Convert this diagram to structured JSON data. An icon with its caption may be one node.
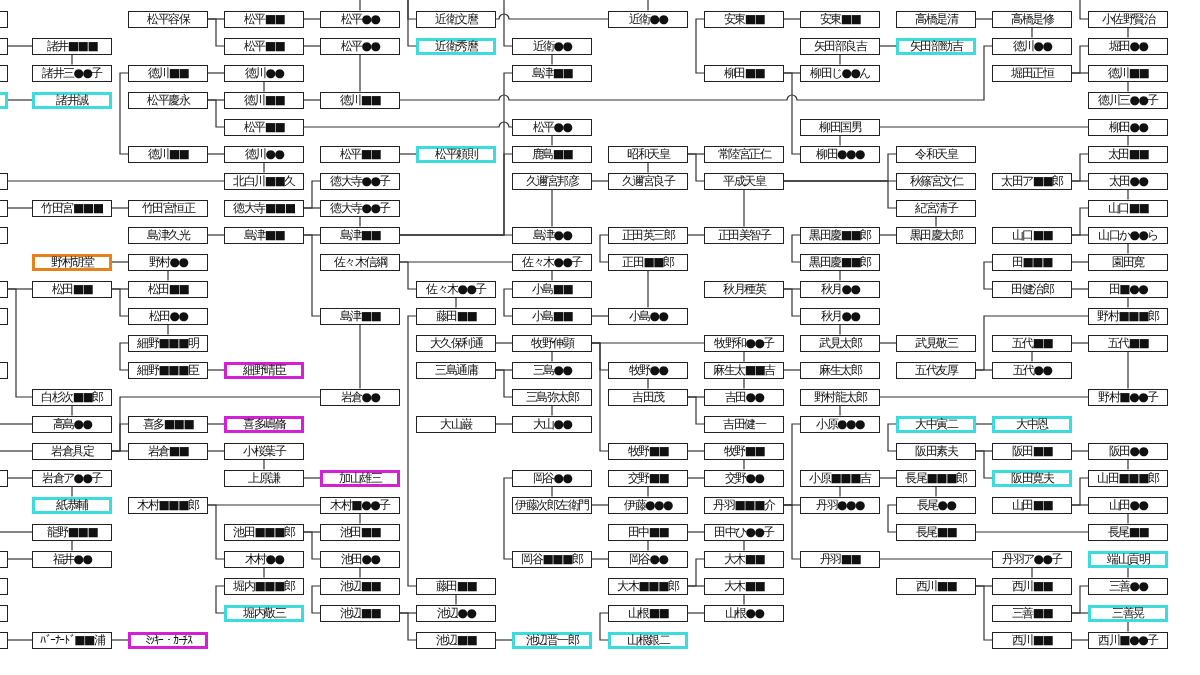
{
  "diagram": {
    "nodes": [
      {
        "text": [],
        "shape": "box"
      },
      {
        "text": [
          "松平容保"
        ]
      },
      {
        "text": [
          "松平■■"
        ]
      },
      {
        "text": [
          "松平●●"
        ]
      },
      {
        "text": [
          "近衛文麿"
        ]
      },
      {
        "text": [
          "近衛●●"
        ]
      },
      {
        "text": [
          "安東■■"
        ]
      },
      {
        "text": [
          "安東■■"
        ]
      },
      {
        "text": [
          "高橋是清"
        ]
      },
      {
        "text": [
          "高橋是修"
        ]
      },
      {
        "text": [
          "小佐野賢治"
        ]
      },
      {
        "text": [],
        "shape": "box"
      },
      {
        "text": [
          "諸井■■■"
        ]
      },
      {
        "text": [
          "松平■■"
        ]
      },
      {
        "text": [
          "松平●●"
        ]
      },
      {
        "text": [
          "近衛秀麿"
        ]
      },
      {
        "text": [
          "近衛●●"
        ]
      },
      {
        "text": [
          "矢田部良吉"
        ]
      },
      {
        "text": [
          "矢田部勁吉"
        ]
      },
      {
        "text": [
          "徳川●●"
        ]
      },
      {
        "text": [
          "堀田●●"
        ]
      },
      {
        "text": [],
        "shape": "box"
      },
      {
        "text": [
          "諸井三●●子"
        ]
      },
      {
        "text": [
          "徳川■■"
        ]
      },
      {
        "text": [
          "徳川●●"
        ]
      },
      {
        "text": [
          "島津■■"
        ]
      },
      {
        "text": [
          "柳田■■"
        ]
      },
      {
        "text": [
          "柳田じ●●ん"
        ]
      },
      {
        "text": [
          "堀田正恒"
        ]
      },
      {
        "text": [
          "徳川■■"
        ]
      },
      {
        "text": [],
        "shape": "box"
      },
      {
        "text": [
          "諸井誠"
        ]
      },
      {
        "text": [
          "松平慶永"
        ]
      },
      {
        "text": [
          "徳川■■"
        ]
      },
      {
        "text": [
          "徳川■■"
        ]
      },
      {
        "text": [
          "徳川三●●子"
        ]
      },
      {
        "text": [
          "松平■■"
        ]
      },
      {
        "text": [
          "松平●●"
        ]
      },
      {
        "text": [
          "柳田国男"
        ]
      },
      {
        "text": [
          "柳田●●"
        ]
      },
      {
        "text": [
          "徳川■■"
        ]
      },
      {
        "text": [
          "徳川●●"
        ]
      },
      {
        "text": [
          "松平■■"
        ]
      },
      {
        "text": [
          "松平頼則"
        ]
      },
      {
        "text": [
          "鹿島■■"
        ]
      },
      {
        "text": [
          "昭和天皇"
        ]
      },
      {
        "text": [
          "常陸宮正仁"
        ]
      },
      {
        "text": [
          "柳田●●●"
        ]
      },
      {
        "text": [
          "令和天皇"
        ]
      },
      {
        "text": [
          "太田■■"
        ]
      },
      {
        "text": [],
        "shape": "box"
      },
      {
        "text": [
          "北白川■■久"
        ]
      },
      {
        "text": [
          "徳大寺●●子"
        ]
      },
      {
        "text": [
          "久邇宮邦彦"
        ]
      },
      {
        "text": [
          "久邇宮良子"
        ]
      },
      {
        "text": [
          "平成天皇"
        ]
      },
      {
        "text": [
          "秋篠宮文仁"
        ]
      },
      {
        "text": [
          "太田ア■■郎"
        ]
      },
      {
        "text": [
          "太田●●"
        ]
      },
      {
        "text": [],
        "shape": "box"
      },
      {
        "text": [
          "竹田宮■■■"
        ]
      },
      {
        "text": [
          "竹田宮恒正"
        ]
      },
      {
        "text": [
          "徳大寺■■■"
        ]
      },
      {
        "text": [
          "徳大寺●●子"
        ]
      },
      {
        "text": [
          "紀宮清子"
        ]
      },
      {
        "text": [
          "山口■■"
        ]
      },
      {
        "text": [],
        "shape": "box"
      },
      {
        "text": [
          "島津久光"
        ]
      },
      {
        "text": [
          "島津■■"
        ]
      },
      {
        "text": [
          "島津■■"
        ]
      },
      {
        "text": [
          "島津●●"
        ]
      },
      {
        "text": [
          "正田英三郎"
        ]
      },
      {
        "text": [
          "正田美智子"
        ]
      },
      {
        "text": [
          "黒田慶■■郎"
        ]
      },
      {
        "text": [
          "黒田慶太郎"
        ]
      },
      {
        "text": [
          "山口■■"
        ]
      },
      {
        "text": [
          "山口か●●ら"
        ]
      },
      {
        "text": [
          "野村胡堂"
        ]
      },
      {
        "text": [
          "野村●●"
        ]
      },
      {
        "text": [
          "佐々木信綱"
        ]
      },
      {
        "text": [
          "佐々木●●子"
        ]
      },
      {
        "text": [
          "正田■■郎"
        ]
      },
      {
        "text": [
          "黒田慶■■郎"
        ]
      },
      {
        "text": [
          "田■■■"
        ]
      },
      {
        "text": [
          "園田寛"
        ]
      },
      {
        "text": [],
        "shape": "box"
      },
      {
        "text": [
          "松田■■"
        ]
      },
      {
        "text": [
          "松田■■"
        ]
      },
      {
        "text": [
          "佐々木●●子"
        ]
      },
      {
        "text": [
          "小島■■"
        ]
      },
      {
        "text": [
          "秋月種英"
        ]
      },
      {
        "text": [
          "秋月●●"
        ]
      },
      {
        "text": [
          "田健治郎"
        ]
      },
      {
        "text": [
          "田■●●"
        ]
      },
      {
        "text": [],
        "shape": "box"
      },
      {
        "text": [
          "松田●●"
        ]
      },
      {
        "text": [
          "島津■■"
        ]
      },
      {
        "text": [
          "藤田■■"
        ]
      },
      {
        "text": [
          "小島■■"
        ]
      },
      {
        "text": [
          "小島●●"
        ]
      },
      {
        "text": [
          "秋月●●"
        ]
      },
      {
        "text": [
          "野村■■■郎"
        ]
      },
      {
        "text": [
          "細野■■■明"
        ]
      },
      {
        "text": [
          "大久保利通"
        ]
      },
      {
        "text": [
          "牧野伸顕"
        ]
      },
      {
        "text": [
          "牧野和●●子"
        ]
      },
      {
        "text": [
          "武見太郎"
        ]
      },
      {
        "text": [
          "武見敬三"
        ]
      },
      {
        "text": [
          "五代■■"
        ]
      },
      {
        "text": [
          "五代■■"
        ]
      },
      {
        "text": [],
        "shape": "box"
      },
      {
        "text": [
          "細野■■■臣"
        ]
      },
      {
        "text": [
          "細野晴臣"
        ]
      },
      {
        "text": [
          "三島通庸"
        ]
      },
      {
        "text": [
          "三島●●"
        ]
      },
      {
        "text": [
          "牧野●●"
        ]
      },
      {
        "text": [
          "麻生太■■吉"
        ]
      },
      {
        "text": [
          "麻生太郎"
        ]
      },
      {
        "text": [
          "五代友厚"
        ]
      },
      {
        "text": [
          "五代●●"
        ]
      },
      {
        "text": [
          "白杉次■■郎"
        ]
      },
      {
        "text": [
          "岩倉●●"
        ]
      },
      {
        "text": [
          "三島弥太郎"
        ]
      },
      {
        "text": [
          "吉田茂"
        ]
      },
      {
        "text": [
          "吉田●●"
        ]
      },
      {
        "text": [
          "野村龍太郎"
        ]
      },
      {
        "text": [
          "野村■●●子"
        ]
      },
      {
        "text": [
          "高島●●"
        ]
      },
      {
        "text": [
          "喜多■■■"
        ]
      },
      {
        "text": [
          "喜多嶋脩"
        ]
      },
      {
        "text": [
          "大山巌"
        ]
      },
      {
        "text": [
          "大山●●"
        ]
      },
      {
        "text": [
          "吉田健一"
        ]
      },
      {
        "text": [
          "小原●●●"
        ]
      },
      {
        "text": [
          "大中寅二"
        ]
      },
      {
        "text": [
          "大中恩"
        ]
      },
      {
        "text": [
          "岩倉具定"
        ]
      },
      {
        "text": [
          "岩倉■■"
        ]
      },
      {
        "text": [
          "小桜葉子"
        ]
      },
      {
        "text": [
          "牧野■■"
        ]
      },
      {
        "text": [
          "牧野■■"
        ]
      },
      {
        "text": [
          "阪田素夫"
        ]
      },
      {
        "text": [
          "阪田■■"
        ]
      },
      {
        "text": [
          "阪田●●"
        ]
      },
      {
        "text": [],
        "shape": "box"
      },
      {
        "text": [
          "岩倉ア●●子"
        ]
      },
      {
        "text": [
          "上原謙"
        ]
      },
      {
        "text": [
          "加山雄三"
        ]
      },
      {
        "text": [
          "岡谷●●"
        ]
      },
      {
        "text": [
          "交野■■"
        ]
      },
      {
        "text": [
          "交野●●"
        ]
      },
      {
        "text": [
          "小原■■■吉"
        ]
      },
      {
        "text": [
          "長尾■■■郎"
        ]
      },
      {
        "text": [
          "阪田寛夫"
        ]
      },
      {
        "text": [
          "山田■■■郎"
        ]
      },
      {
        "text": [
          "紙恭輔"
        ]
      },
      {
        "text": [
          "木村■■■郎"
        ]
      },
      {
        "text": [
          "木村■●●子"
        ]
      },
      {
        "text": [
          "伊藤次郎左衛門"
        ]
      },
      {
        "text": [
          "伊藤●●●"
        ]
      },
      {
        "text": [
          "丹羽■■■介"
        ]
      },
      {
        "text": [
          "丹羽●●●"
        ]
      },
      {
        "text": [
          "長尾●●"
        ]
      },
      {
        "text": [
          "山田■■"
        ]
      },
      {
        "text": [
          "山田●●"
        ]
      },
      {
        "text": [
          "龍野■■■"
        ]
      },
      {
        "text": [
          "池田■■■郎"
        ]
      },
      {
        "text": [
          "池田■■"
        ]
      },
      {
        "text": [
          "田中■■"
        ]
      },
      {
        "text": [
          "田中ひ●●子"
        ]
      },
      {
        "text": [
          "長尾■■"
        ]
      },
      {
        "text": [
          "長尾■■"
        ]
      },
      {
        "text": [],
        "shape": "box"
      },
      {
        "text": [
          "福井●●"
        ]
      },
      {
        "text": [
          "木村●●"
        ]
      },
      {
        "text": [
          "池田●●"
        ]
      },
      {
        "text": [
          "岡谷■■■郎"
        ]
      },
      {
        "text": [
          "岡谷●●"
        ]
      },
      {
        "text": [
          "大木■■"
        ]
      },
      {
        "text": [
          "丹羽■■"
        ]
      },
      {
        "text": [
          "丹羽ア●●子"
        ]
      },
      {
        "text": [
          "端山貢明"
        ]
      },
      {
        "text": [],
        "shape": "box"
      },
      {
        "text": [
          "堀内■■■郎"
        ]
      },
      {
        "text": [
          "池辺■■"
        ]
      },
      {
        "text": [
          "藤田■■"
        ]
      },
      {
        "text": [
          "大木■■■郎"
        ]
      },
      {
        "text": [
          "大木■■"
        ]
      },
      {
        "text": [
          "西川■■"
        ]
      },
      {
        "text": [
          "西川■■"
        ]
      },
      {
        "text": [
          "三善●●"
        ]
      },
      {
        "text": [],
        "shape": "box"
      },
      {
        "text": [
          "堀内敬三"
        ]
      },
      {
        "text": [
          "池辺■■"
        ]
      },
      {
        "text": [
          "池辺●●"
        ]
      },
      {
        "text": [
          "山根■■"
        ]
      },
      {
        "text": [
          "山根●●"
        ]
      },
      {
        "text": [
          "三善■■"
        ]
      },
      {
        "text": [
          "三善晃"
        ]
      },
      {
        "text": [],
        "shape": "box"
      },
      {
        "text": [
          "ﾊﾞｰﾅｰﾄﾞ■■浦"
        ]
      },
      {
        "text": [
          "ﾐｯｷｰ・ｶｰﾁｽ"
        ]
      },
      {
        "text": [
          "池辺■■"
        ]
      },
      {
        "text": [
          "池辺晋一郎"
        ]
      },
      {
        "text": [
          "山根銀二"
        ]
      },
      {
        "text": [
          "西川■■"
        ]
      },
      {
        "text": [
          "西川■●●子"
        ]
      }
    ],
    "edges": [
      {
        "from": null,
        "to": 3,
        "arrow": "none"
      },
      {
        "from": null,
        "to": 4,
        "arrow": "none"
      },
      {
        "from": null,
        "to": 15,
        "arrow": "none"
      },
      {
        "from": null,
        "to": 5,
        "arrow": "none"
      },
      {
        "from": null,
        "to": 16,
        "arrow": "none"
      },
      {
        "from": null,
        "to": 10,
        "arrow": "none"
      },
      {
        "from": null,
        "to": 127,
        "arrow": "none"
      },
      {
        "from": null,
        "to": 136,
        "arrow": "none"
      },
      {
        "from": null,
        "to": 165,
        "arrow": "none"
      },
      {
        "from": 1,
        "to": 2,
        "arrow": "none"
      },
      {
        "from": 1,
        "to": 13,
        "arrow": "none"
      },
      {
        "from": 2,
        "to": 3,
        "arrow": "none"
      },
      {
        "from": 13,
        "to": 14,
        "arrow": "none"
      },
      {
        "from": 14,
        "to": 34,
        "arrow": "none"
      },
      {
        "from": 4,
        "to": 5,
        "arrow": "none"
      },
      {
        "from": 16,
        "to": 25,
        "arrow": "none"
      },
      {
        "from": 6,
        "to": 7,
        "arrow": "none"
      },
      {
        "from": 6,
        "to": 26,
        "arrow": "none"
      },
      {
        "from": 26,
        "to": 27,
        "arrow": "none"
      },
      {
        "from": 26,
        "to": 47,
        "arrow": "none"
      },
      {
        "from": 8,
        "to": 9,
        "arrow": "none"
      },
      {
        "from": 9,
        "to": 19,
        "arrow": "none"
      },
      {
        "from": 10,
        "to": 20,
        "arrow": "none"
      },
      {
        "from": 17,
        "to": 18,
        "arrow": "none"
      },
      {
        "from": 17,
        "to": 27,
        "arrow": "none"
      },
      {
        "from": 28,
        "to": 20,
        "arrow": "none"
      },
      {
        "from": 28,
        "to": 29,
        "arrow": "none"
      },
      {
        "from": 29,
        "to": 35,
        "arrow": "none"
      },
      {
        "from": 34,
        "to": 19,
        "arrow": "none"
      },
      {
        "from": 12,
        "to": 22,
        "arrow": "none"
      },
      {
        "from": 11,
        "to": 12,
        "arrow": "none"
      },
      {
        "from": 30,
        "to": 31,
        "arrow": "none"
      },
      {
        "from": 23,
        "to": 24,
        "arrow": "none"
      },
      {
        "from": 24,
        "to": 33,
        "arrow": "none"
      },
      {
        "from": 23,
        "to": 40,
        "arrow": "none"
      },
      {
        "from": 32,
        "to": 33,
        "arrow": "none"
      },
      {
        "from": 32,
        "to": 36,
        "arrow": "none"
      },
      {
        "from": 33,
        "to": 34,
        "arrow": "none"
      },
      {
        "from": 36,
        "to": 37,
        "arrow": "none"
      },
      {
        "from": 38,
        "to": 39,
        "arrow": "none"
      },
      {
        "from": 38,
        "to": 47,
        "arrow": "none"
      },
      {
        "from": 39,
        "to": 49,
        "arrow": "none"
      },
      {
        "from": 40,
        "to": 41,
        "arrow": "none"
      },
      {
        "from": 41,
        "to": 51,
        "arrow": "none"
      },
      {
        "from": 42,
        "to": 43,
        "arrow": "none"
      },
      {
        "from": 69,
        "to": 70,
        "arrow": "none"
      },
      {
        "from": 69,
        "to": 25,
        "arrow": "none"
      },
      {
        "from": 69,
        "to": 44,
        "arrow": "none"
      },
      {
        "from": 37,
        "to": 44,
        "arrow": "none"
      },
      {
        "from": 45,
        "to": 46,
        "arrow": "none"
      },
      {
        "from": 45,
        "to": 55,
        "arrow": "none"
      },
      {
        "from": 45,
        "to": 54,
        "arrow": "none"
      },
      {
        "from": 53,
        "to": 54,
        "arrow": "none"
      },
      {
        "from": 53,
        "to": 70,
        "arrow": "none"
      },
      {
        "from": 55,
        "to": 48,
        "arrow": "none"
      },
      {
        "from": 55,
        "to": 56,
        "arrow": "none"
      },
      {
        "from": 55,
        "to": 64,
        "arrow": "none"
      },
      {
        "from": 55,
        "to": 72,
        "arrow": "none"
      },
      {
        "from": 50,
        "to": 51,
        "arrow": "none"
      },
      {
        "from": 59,
        "to": 60,
        "arrow": "none"
      },
      {
        "from": 60,
        "to": 61,
        "arrow": "none"
      },
      {
        "from": 62,
        "to": 52,
        "arrow": "none"
      },
      {
        "from": 62,
        "to": 63,
        "arrow": "none"
      },
      {
        "from": 63,
        "to": 69,
        "arrow": "none"
      },
      {
        "from": 67,
        "to": 68,
        "arrow": "none"
      },
      {
        "from": 68,
        "to": 69,
        "arrow": "none"
      },
      {
        "from": 68,
        "to": 96,
        "arrow": "none"
      },
      {
        "from": 71,
        "to": 72,
        "arrow": "none"
      },
      {
        "from": 71,
        "to": 81,
        "arrow": "none"
      },
      {
        "from": 81,
        "to": 99,
        "arrow": "none"
      },
      {
        "from": 73,
        "to": 74,
        "arrow": "none"
      },
      {
        "from": 64,
        "to": 74,
        "arrow": "none"
      },
      {
        "from": 73,
        "to": 82,
        "arrow": "none"
      },
      {
        "from": 82,
        "to": 91,
        "arrow": "none"
      },
      {
        "from": 57,
        "to": 49,
        "arrow": "none"
      },
      {
        "from": 57,
        "to": 58,
        "arrow": "none"
      },
      {
        "from": 58,
        "to": 65,
        "arrow": "none"
      },
      {
        "from": 75,
        "to": 65,
        "arrow": "none"
      },
      {
        "from": 75,
        "to": 76,
        "arrow": "none"
      },
      {
        "from": 76,
        "to": 84,
        "arrow": "none"
      },
      {
        "from": 77,
        "to": 78,
        "arrow": "none"
      },
      {
        "from": 78,
        "to": 87,
        "arrow": "none"
      },
      {
        "from": 79,
        "to": 80,
        "arrow": "none"
      },
      {
        "from": 79,
        "to": 88,
        "arrow": "none"
      },
      {
        "from": 80,
        "to": 89,
        "arrow": "none"
      },
      {
        "from": 88,
        "to": 97,
        "arrow": "none"
      },
      {
        "from": 90,
        "to": 91,
        "arrow": "none"
      },
      {
        "from": 90,
        "to": 100,
        "arrow": "none"
      },
      {
        "from": 100,
        "to": 106,
        "arrow": "none"
      },
      {
        "from": 83,
        "to": 84,
        "arrow": "none"
      },
      {
        "from": 83,
        "to": 92,
        "arrow": "none"
      },
      {
        "from": 92,
        "to": 93,
        "arrow": "none"
      },
      {
        "from": 93,
        "to": 101,
        "arrow": "none"
      },
      {
        "from": 85,
        "to": 86,
        "arrow": "none"
      },
      {
        "from": 85,
        "to": 120,
        "arrow": "none"
      },
      {
        "from": 86,
        "to": 87,
        "arrow": "none"
      },
      {
        "from": 86,
        "to": 95,
        "arrow": "none"
      },
      {
        "from": 95,
        "to": 102,
        "arrow": "none"
      },
      {
        "from": 89,
        "to": 98,
        "arrow": "none"
      },
      {
        "from": 98,
        "to": 99,
        "arrow": "none"
      },
      {
        "from": 96,
        "to": 121,
        "arrow": "none"
      },
      {
        "from": 97,
        "to": 185,
        "arrow": "none"
      },
      {
        "from": 102,
        "to": 111,
        "arrow": "none"
      },
      {
        "from": 111,
        "to": 112,
        "arrow": "none"
      },
      {
        "from": 103,
        "to": 104,
        "arrow": "none"
      },
      {
        "from": 104,
        "to": 105,
        "arrow": "none"
      },
      {
        "from": 104,
        "to": 115,
        "arrow": "none"
      },
      {
        "from": 104,
        "to": 139,
        "arrow": "none"
      },
      {
        "from": 104,
        "to": 114,
        "arrow": "none"
      },
      {
        "from": 105,
        "to": 116,
        "arrow": "none"
      },
      {
        "from": 106,
        "to": 107,
        "arrow": "none"
      },
      {
        "from": 108,
        "to": 109,
        "arrow": "none"
      },
      {
        "from": 108,
        "to": 119,
        "arrow": "none"
      },
      {
        "from": 118,
        "to": 119,
        "arrow": "none"
      },
      {
        "from": 118,
        "to": 101,
        "arrow": "none"
      },
      {
        "from": 109,
        "to": 126,
        "arrow": "none"
      },
      {
        "from": 113,
        "to": 114,
        "arrow": "none"
      },
      {
        "from": 113,
        "to": 122,
        "arrow": "none"
      },
      {
        "from": 122,
        "to": 131,
        "arrow": "none"
      },
      {
        "from": 130,
        "to": 131,
        "arrow": "none"
      },
      {
        "from": 115,
        "to": 123,
        "arrow": "none"
      },
      {
        "from": 116,
        "to": 117,
        "arrow": "none"
      },
      {
        "from": 116,
        "to": 124,
        "arrow": "none"
      },
      {
        "from": 120,
        "to": 127,
        "arrow": "none"
      },
      {
        "from": 123,
        "to": 124,
        "arrow": "none"
      },
      {
        "from": 123,
        "to": 132,
        "arrow": "none"
      },
      {
        "from": 125,
        "to": 126,
        "arrow": "none"
      },
      {
        "from": 125,
        "to": 133,
        "arrow": "none"
      },
      {
        "from": 136,
        "to": 121,
        "arrow": "none"
      },
      {
        "from": 136,
        "to": 128,
        "arrow": "none"
      },
      {
        "from": 136,
        "to": 137,
        "arrow": "none"
      },
      {
        "from": 128,
        "to": 129,
        "arrow": "none"
      },
      {
        "from": 134,
        "to": 135,
        "arrow": "none"
      },
      {
        "from": 141,
        "to": 134,
        "arrow": "none"
      },
      {
        "from": 137,
        "to": 138,
        "arrow": "none"
      },
      {
        "from": 138,
        "to": 146,
        "arrow": "none"
      },
      {
        "from": 146,
        "to": 147,
        "arrow": "none"
      },
      {
        "from": 139,
        "to": 140,
        "arrow": "none"
      },
      {
        "from": 140,
        "to": 150,
        "arrow": "none"
      },
      {
        "from": 141,
        "to": 142,
        "arrow": "none"
      },
      {
        "from": 141,
        "to": 153,
        "arrow": "none"
      },
      {
        "from": 142,
        "to": 143,
        "arrow": "none"
      },
      {
        "from": 143,
        "to": 154,
        "arrow": "none"
      },
      {
        "from": 144,
        "to": 145,
        "arrow": "none"
      },
      {
        "from": 145,
        "to": 155,
        "arrow": "none"
      },
      {
        "from": 149,
        "to": 150,
        "arrow": "none"
      },
      {
        "from": 149,
        "to": 159,
        "arrow": "none"
      },
      {
        "from": 148,
        "to": 158,
        "arrow": "none"
      },
      {
        "from": 158,
        "to": 159,
        "arrow": "none"
      },
      {
        "from": 148,
        "to": 176,
        "arrow": "none"
      },
      {
        "from": 160,
        "to": 133,
        "arrow": "none"
      },
      {
        "from": 160,
        "to": 161,
        "arrow": "none"
      },
      {
        "from": 160,
        "to": 179,
        "arrow": "none"
      },
      {
        "from": 151,
        "to": 152,
        "arrow": "none"
      },
      {
        "from": 151,
        "to": 161,
        "arrow": "none"
      },
      {
        "from": 152,
        "to": 162,
        "arrow": "none"
      },
      {
        "from": 162,
        "to": 170,
        "arrow": "none"
      },
      {
        "from": 163,
        "to": 154,
        "arrow": "none"
      },
      {
        "from": 163,
        "to": 164,
        "arrow": "none"
      },
      {
        "from": 164,
        "to": 171,
        "arrow": "none"
      },
      {
        "from": 170,
        "to": 171,
        "arrow": "none"
      },
      {
        "from": 156,
        "to": 157,
        "arrow": "none"
      },
      {
        "from": 156,
        "to": 174,
        "arrow": "none"
      },
      {
        "from": 157,
        "to": 167,
        "arrow": "none"
      },
      {
        "from": 166,
        "to": 167,
        "arrow": "none"
      },
      {
        "from": 166,
        "to": 175,
        "arrow": "none"
      },
      {
        "from": 175,
        "to": 184,
        "arrow": "none"
      },
      {
        "from": 165,
        "to": 173,
        "arrow": "none"
      },
      {
        "from": 172,
        "to": 173,
        "arrow": "none"
      },
      {
        "from": 168,
        "to": 169,
        "arrow": "none"
      },
      {
        "from": 168,
        "to": 177,
        "arrow": "none"
      },
      {
        "from": 169,
        "to": 178,
        "arrow": "none"
      },
      {
        "from": 176,
        "to": 177,
        "arrow": "none"
      },
      {
        "from": 179,
        "to": 180,
        "arrow": "none"
      },
      {
        "from": 180,
        "to": 189,
        "arrow": "none"
      },
      {
        "from": 181,
        "to": 190,
        "arrow": "none"
      },
      {
        "from": 174,
        "to": 183,
        "arrow": "none"
      },
      {
        "from": 183,
        "to": 192,
        "arrow": "none"
      },
      {
        "from": 184,
        "to": 193,
        "arrow": "none"
      },
      {
        "from": 193,
        "to": 194,
        "arrow": "none"
      },
      {
        "from": 193,
        "to": 202,
        "arrow": "none"
      },
      {
        "from": 185,
        "to": 194,
        "arrow": "none"
      },
      {
        "from": 186,
        "to": 178,
        "arrow": "none"
      },
      {
        "from": 186,
        "to": 187,
        "arrow": "none"
      },
      {
        "from": 187,
        "to": 196,
        "arrow": "none"
      },
      {
        "from": 188,
        "to": 189,
        "arrow": "none"
      },
      {
        "from": 188,
        "to": 205,
        "arrow": "none"
      },
      {
        "from": 195,
        "to": 196,
        "arrow": "none"
      },
      {
        "from": 195,
        "to": 204,
        "arrow": "none"
      },
      {
        "from": 197,
        "to": 190,
        "arrow": "none"
      },
      {
        "from": 197,
        "to": 198,
        "arrow": "none"
      },
      {
        "from": 198,
        "to": 206,
        "arrow": "none"
      },
      {
        "from": 199,
        "to": 200,
        "arrow": "none"
      },
      {
        "from": 200,
        "to": 201,
        "arrow": "none"
      },
      {
        "from": 202,
        "to": 203,
        "arrow": "none"
      },
      {
        "from": 205,
        "to": 206,
        "arrow": "none"
      }
    ]
  }
}
